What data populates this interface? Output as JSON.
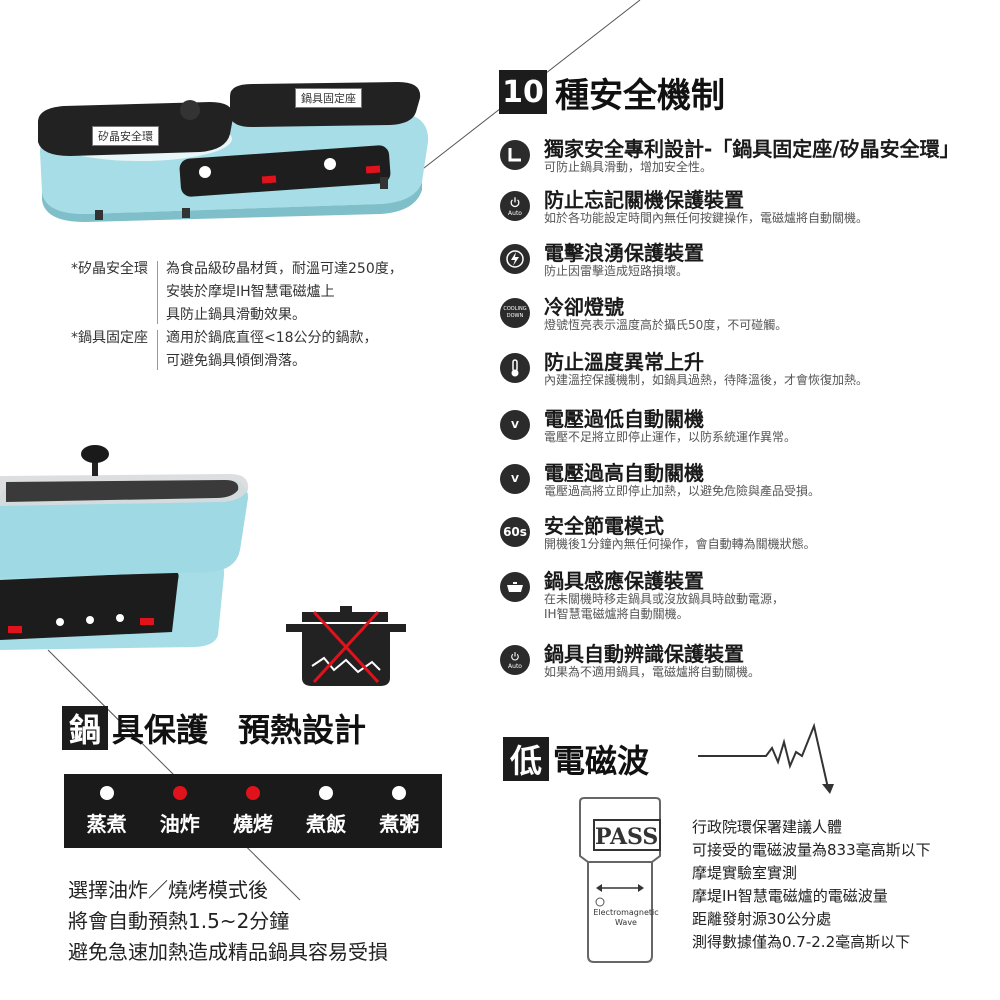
{
  "labels": {
    "crystal_ring": "矽晶安全環",
    "pot_holder": "鍋具固定座"
  },
  "specs": [
    {
      "key": "*矽晶安全環",
      "lines": [
        "為食品級矽晶材質，耐溫可達250度，",
        "安裝於摩堤IH智慧電磁爐上",
        "具防止鍋具滑動效果。"
      ]
    },
    {
      "key": "*鍋具固定座",
      "lines": [
        "適用於鍋底直徑<18公分的鍋款，",
        "可避免鍋具傾倒滑落。"
      ]
    }
  ],
  "safety": {
    "badge": "10",
    "title_rest": "種安全機制",
    "features": [
      {
        "icon": "non-slip-icon",
        "icon_text": "",
        "title": "獨家安全專利設計-「鍋具固定座/矽晶安全環」",
        "desc": [
          "可防止鍋具滑動，增加安全性。"
        ]
      },
      {
        "icon": "auto-power-icon",
        "icon_text": "Auto",
        "title": "防止忘記關機保護裝置",
        "desc": [
          "如於各功能設定時間內無任何按鍵操作，電磁爐將自動關機。"
        ]
      },
      {
        "icon": "surge-icon",
        "icon_text": "",
        "title": "電擊浪湧保護裝置",
        "desc": [
          "防止因雷擊造成短路損壞。"
        ]
      },
      {
        "icon": "cooling-icon",
        "icon_text": "COOLING DOWN",
        "title": "冷卻燈號",
        "desc": [
          "燈號恆亮表示溫度高於攝氏50度，不可碰觸。"
        ]
      },
      {
        "icon": "thermometer-icon",
        "icon_text": "",
        "title": "防止溫度異常上升",
        "desc": [
          "內建溫控保護機制，如鍋具過熱，待降溫後，才會恢復加熱。"
        ]
      },
      {
        "icon": "low-voltage-icon",
        "icon_text": "V",
        "title": "電壓過低自動關機",
        "desc": [
          "電壓不足將立即停止運作，以防系統運作異常。"
        ]
      },
      {
        "icon": "high-voltage-icon",
        "icon_text": "V",
        "title": "電壓過高自動關機",
        "desc": [
          "電壓過高將立即停止加熱，以避免危險與產品受損。"
        ]
      },
      {
        "icon": "timer-60s-icon",
        "icon_text": "60s",
        "title": "安全節電模式",
        "desc": [
          "開機後1分鐘內無任何操作，會自動轉為關機狀態。"
        ]
      },
      {
        "icon": "pot-sensing-icon",
        "icon_text": "",
        "title": "鍋具感應保護裝置",
        "desc": [
          "在未關機時移走鍋具或沒放鍋具時啟動電源，",
          "IH智慧電磁爐將自動關機。"
        ]
      },
      {
        "icon": "auto-detect-icon",
        "icon_text": "Auto",
        "title": "鍋具自動辨識保護裝置",
        "desc": [
          "如果為不適用鍋具，電磁爐將自動關機。"
        ]
      }
    ]
  },
  "preheat": {
    "badge": "鍋",
    "title_rest": "具保護",
    "title2": "預熱設計",
    "modes": [
      {
        "label": "蒸煮",
        "active": false
      },
      {
        "label": "油炸",
        "active": true
      },
      {
        "label": "燒烤",
        "active": true
      },
      {
        "label": "煮飯",
        "active": false
      },
      {
        "label": "煮粥",
        "active": false
      }
    ],
    "text": [
      "選擇油炸／燒烤模式後",
      "將會自動預熱1.5~2分鐘",
      "避免急速加熱造成精品鍋具容易受損"
    ]
  },
  "emf": {
    "badge": "低",
    "title_rest": "電磁波",
    "pass_label": "PASS",
    "card_line1": "Electromagnetic",
    "card_line2": "Wave",
    "text": [
      "行政院環保署建議人體",
      "可接受的電磁波量為833毫高斯以下",
      "摩堤實驗室實測",
      "摩堤IH智慧電磁爐的電磁波量",
      "距離發射源30公分處",
      "測得數據僅為0.7-2.2毫高斯以下"
    ]
  },
  "colors": {
    "accent_red": "#e0121c",
    "stove_blue": "#9fd9e3",
    "dark": "#1a1a1a"
  }
}
